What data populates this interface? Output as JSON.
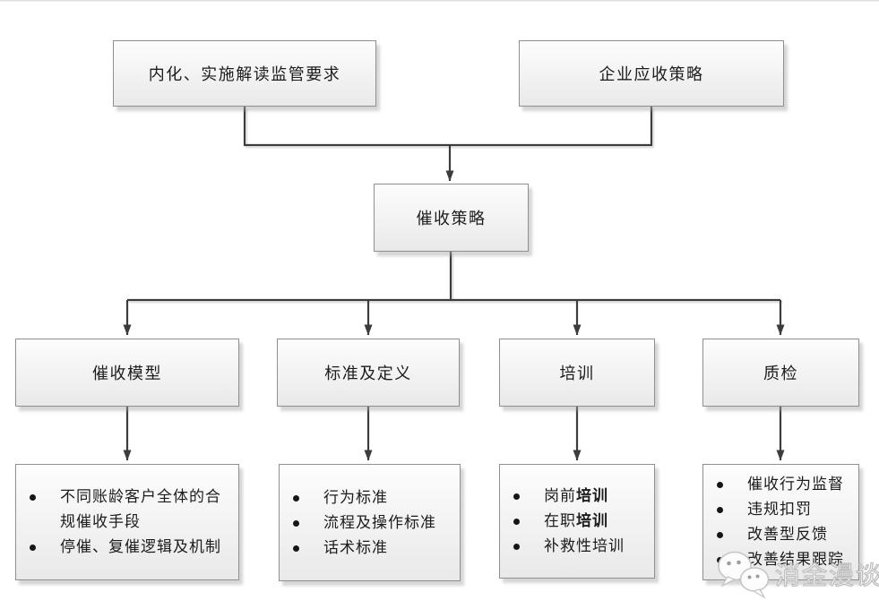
{
  "colors": {
    "line": "#3c3c3c",
    "box_border": "#8f8f8f",
    "box_fill_top": "#fdfdfd",
    "box_fill_bottom": "#e9e9e9",
    "text": "#1c1c1c",
    "watermark_outline": "#bdbdbd"
  },
  "diagram": {
    "top_boxes": [
      {
        "label": "内化、实施解读监管要求"
      },
      {
        "label": "企业应收策略"
      }
    ],
    "root": {
      "label": "催收策略"
    },
    "branches": [
      {
        "label": "催收模型",
        "items": [
          {
            "text": "不同账龄客户全体的合规催收手段"
          },
          {
            "text": "停催、复催逻辑及机制"
          }
        ]
      },
      {
        "label": "标准及定义",
        "items": [
          {
            "text": "行为标准"
          },
          {
            "text": "流程及操作标准"
          },
          {
            "text": "话术标准"
          }
        ]
      },
      {
        "label": "培训",
        "items": [
          {
            "pre": "岗前",
            "bold": "培训"
          },
          {
            "pre": "在职",
            "bold": "培训"
          },
          {
            "text": "补救性培训"
          }
        ]
      },
      {
        "label": "质检",
        "items": [
          {
            "text": "催收行为监督"
          },
          {
            "text": "违规扣罚"
          },
          {
            "text": "改善型反馈"
          },
          {
            "text": "改善结果跟踪"
          }
        ]
      }
    ],
    "watermark": {
      "label": "消金漫谈",
      "icon": "wechat-chat-bubbles"
    }
  }
}
